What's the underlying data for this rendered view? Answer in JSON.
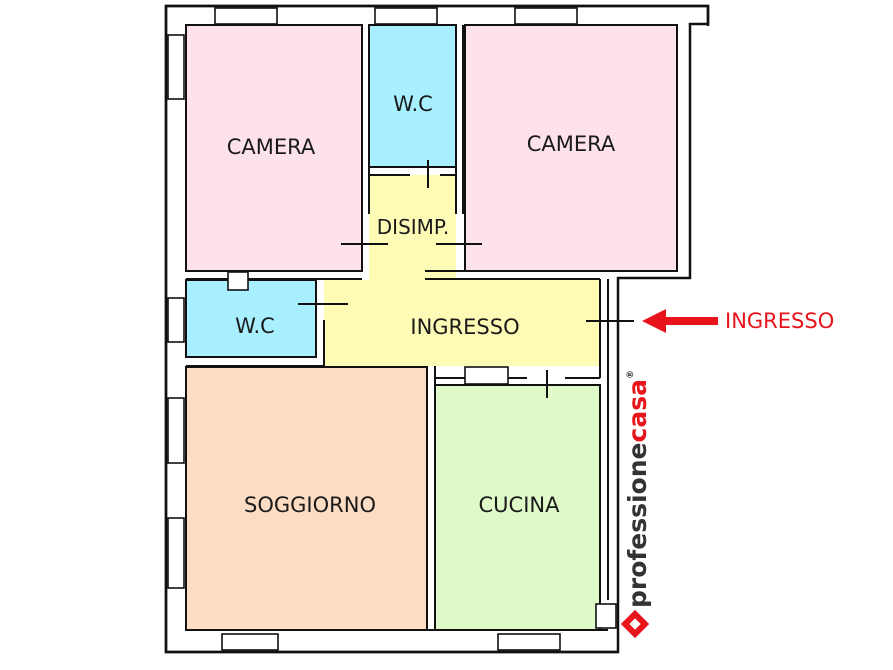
{
  "rooms": {
    "camera_left": {
      "label": "CAMERA"
    },
    "wc_top": {
      "label": "W.C"
    },
    "camera_right": {
      "label": "CAMERA"
    },
    "disimpegno": {
      "label": "DISIMP."
    },
    "wc_left": {
      "label": "W.C"
    },
    "ingresso": {
      "label": "INGRESSO"
    },
    "soggiorno": {
      "label": "SOGGIORNO"
    },
    "cucina": {
      "label": "CUCINA"
    }
  },
  "entrance": {
    "label": "INGRESSO",
    "color": "#e8141b"
  },
  "logo": {
    "part1": "professione",
    "part2": "casa",
    "mark": "®",
    "color_part1": "#333333",
    "color_part2": "#e8141b"
  },
  "colors": {
    "camera": "#fde2ea",
    "wc": "#a8f0ff",
    "hall": "#fdfbb6",
    "soggiorno": "#fddcc4",
    "cucina": "#dff9c8",
    "wall": "#111111"
  }
}
